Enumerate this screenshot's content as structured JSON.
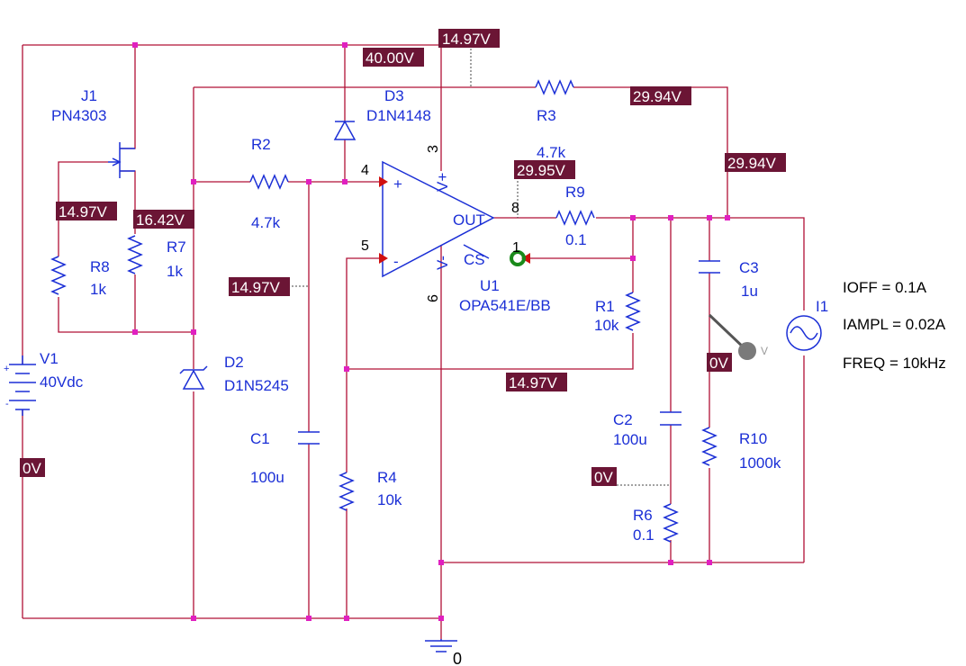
{
  "components": {
    "j1": {
      "ref": "J1",
      "model": "PN4303"
    },
    "d3": {
      "ref": "D3",
      "model": "D1N4148"
    },
    "r2": {
      "ref": "R2",
      "value": "4.7k"
    },
    "r3": {
      "ref": "R3",
      "value": "4.7k"
    },
    "r9": {
      "ref": "R9",
      "value": "0.1"
    },
    "r8": {
      "ref": "R8",
      "value": "1k"
    },
    "r7": {
      "ref": "R7",
      "value": "1k"
    },
    "r1": {
      "ref": "R1",
      "value": "10k"
    },
    "u1": {
      "ref": "U1",
      "model": "OPA541E/BB",
      "pin_plus": "+",
      "pin_minus": "-",
      "pin_vplus": "V+",
      "pin_vminus": "V-",
      "pin_out": "OUT",
      "pin_cs": "CS"
    },
    "c3": {
      "ref": "C3",
      "value": "1u"
    },
    "i1": {
      "ref": "I1",
      "ioff": "IOFF = 0.1A",
      "iampl": "IAMPL = 0.02A",
      "freq": "FREQ = 10kHz"
    },
    "v1": {
      "ref": "V1",
      "value": "40Vdc"
    },
    "d2": {
      "ref": "D2",
      "model": "D1N5245"
    },
    "c1": {
      "ref": "C1",
      "value": "100u"
    },
    "r4": {
      "ref": "R4",
      "value": "10k"
    },
    "c2": {
      "ref": "C2",
      "value": "100u"
    },
    "r10": {
      "ref": "R10",
      "value": "1000k"
    },
    "r6": {
      "ref": "R6",
      "value": "0.1"
    }
  },
  "pins": {
    "p3": "3",
    "p4": "4",
    "p5": "5",
    "p6": "6",
    "p8": "8",
    "p1": "1"
  },
  "ground_label": "0",
  "probe_label": "V",
  "voltages": {
    "top_vplus": "14.97V",
    "rail_40": "40.00V",
    "r3_right": "29.94V",
    "out_mid": "29.95V",
    "out_right": "29.94V",
    "j1_gate": "14.97V",
    "j1_source": "16.42V",
    "r2_node": "14.97V",
    "feedback": "14.97V",
    "c3_node": "0V",
    "v1_neg": "0V",
    "r6_node": "0V"
  }
}
